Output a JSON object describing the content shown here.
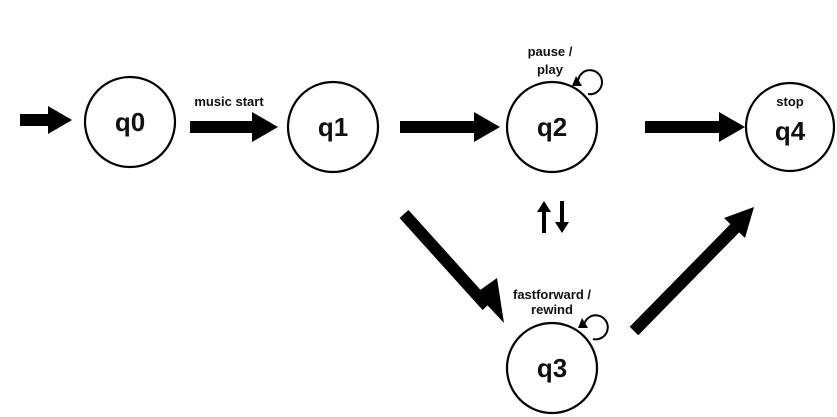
{
  "states": [
    {
      "id": "q0",
      "label": "q0"
    },
    {
      "id": "q1",
      "label": "q1"
    },
    {
      "id": "q2",
      "label": "q2"
    },
    {
      "id": "q3",
      "label": "q3"
    },
    {
      "id": "q4",
      "label": "q4"
    }
  ],
  "transitions": [
    {
      "id": "start",
      "from": "",
      "to": "q0",
      "label": ""
    },
    {
      "id": "q0-q1",
      "from": "q0",
      "to": "q1",
      "label": "music start"
    },
    {
      "id": "q1-q2",
      "from": "q1",
      "to": "q2",
      "label": ""
    },
    {
      "id": "q2-q4",
      "from": "q2",
      "to": "q4",
      "label": ""
    },
    {
      "id": "q1-q3",
      "from": "q1",
      "to": "q3",
      "label": ""
    },
    {
      "id": "q3-q4",
      "from": "q3",
      "to": "q4",
      "label": ""
    },
    {
      "id": "q2-q3-bidirectional",
      "from": "q2",
      "to": "q3",
      "label": ""
    }
  ],
  "self_loops": [
    {
      "state": "q2",
      "label_line1": "pause /",
      "label_line2": "play"
    },
    {
      "state": "q3",
      "label_line1": "fastforward /",
      "label_line2": "rewind"
    }
  ],
  "state_annotations": [
    {
      "state": "q4",
      "label": "stop"
    }
  ]
}
